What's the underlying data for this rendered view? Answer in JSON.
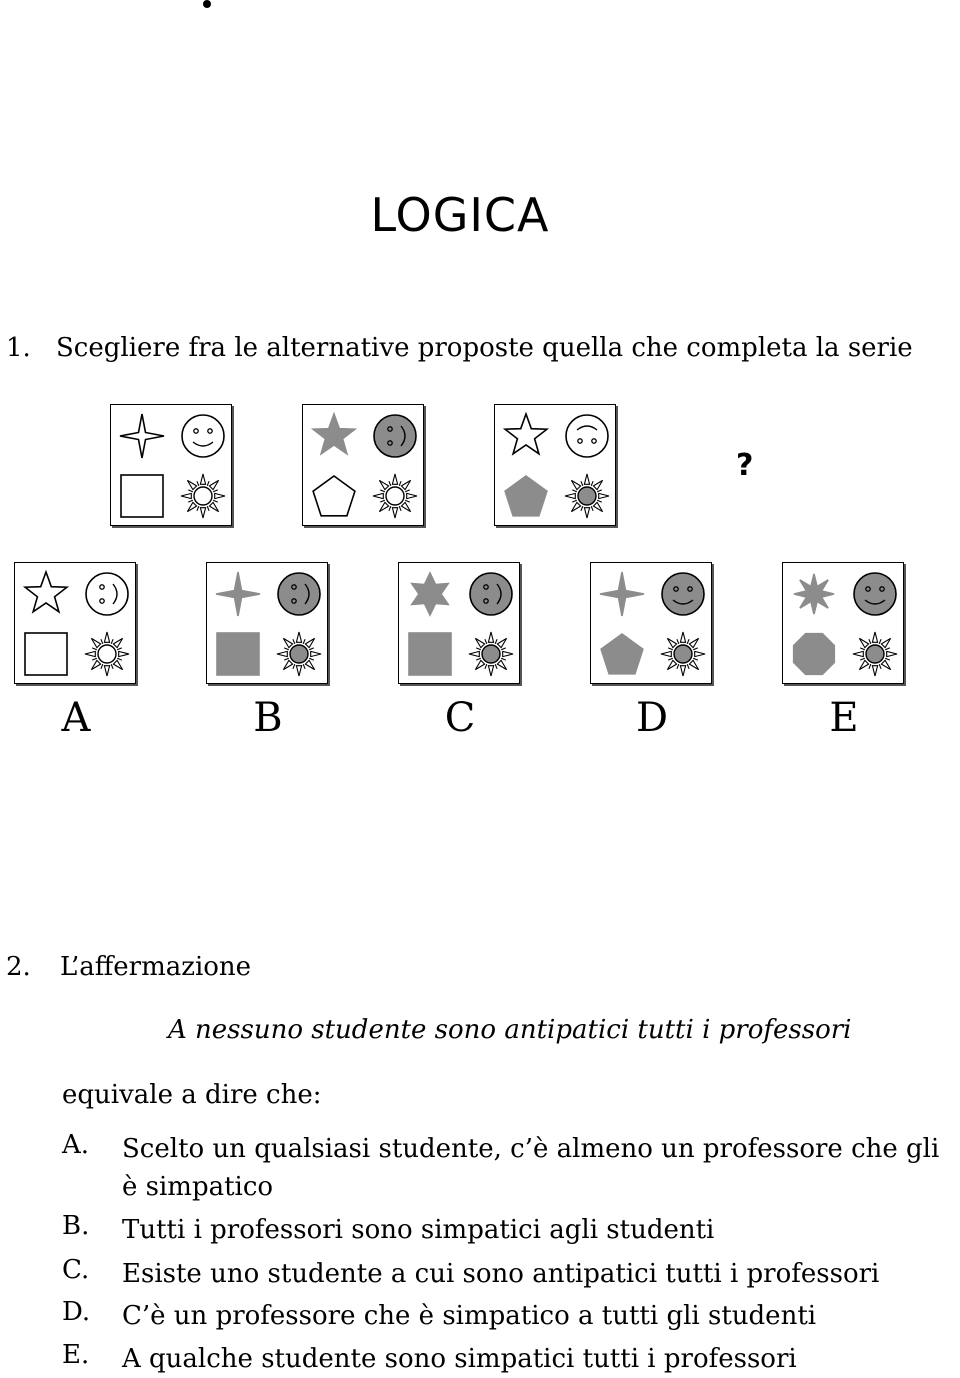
{
  "title": "LOGICA",
  "question1": {
    "number": "1.",
    "text": "Scegliere fra le alternative proposte quella che completa la serie",
    "missing_mark": "?",
    "series": [
      {
        "star": "four-point-star-outline",
        "face": "smiley-outline",
        "shape": "square-outline",
        "sun": "sun-outline"
      },
      {
        "star": "five-point-star-filled",
        "face": "smiley-rotated-filled",
        "shape": "pentagon-outline",
        "sun": "sun-outline"
      },
      {
        "star": "five-point-star-outline",
        "face": "smiley-upside-outline",
        "shape": "pentagon-filled",
        "sun": "sun-filled"
      }
    ],
    "options": [
      {
        "label": "A",
        "star": "five-point-star-outline",
        "face": "smiley-rotated-outline",
        "shape": "square-outline",
        "sun": "sun-outline"
      },
      {
        "label": "B",
        "star": "four-point-star-filled",
        "face": "smiley-rotated-filled",
        "shape": "square-filled",
        "sun": "sun-filled"
      },
      {
        "label": "C",
        "star": "six-point-star-filled",
        "face": "smiley-rotated-filled",
        "shape": "square-filled",
        "sun": "sun-filled"
      },
      {
        "label": "D",
        "star": "four-point-star-filled",
        "face": "smiley-filled",
        "shape": "pentagon-filled",
        "sun": "sun-filled"
      },
      {
        "label": "E",
        "star": "eight-point-star-filled",
        "face": "smiley-filled",
        "shape": "octagon-filled",
        "sun": "sun-filled"
      }
    ]
  },
  "question2": {
    "number": "2.",
    "intro": "L’affermazione",
    "statement": "A nessuno studente sono antipatici tutti i professori",
    "equiv": "equivale a dire che:",
    "answers": [
      {
        "letter": "A.",
        "text": "Scelto un qualsiasi studente, c’è almeno un professore che gli è simpatico"
      },
      {
        "letter": "B.",
        "text": "Tutti i professori sono simpatici agli studenti"
      },
      {
        "letter": "C.",
        "text": "Esiste uno studente a cui sono antipatici tutti i professori"
      },
      {
        "letter": "D.",
        "text": "C’è un professore che è simpatico a tutti gli studenti"
      },
      {
        "letter": "E.",
        "text": "A qualche studente sono simpatici tutti i professori"
      }
    ]
  },
  "colors": {
    "fill": "#8c8c8c",
    "stroke": "#000000"
  }
}
